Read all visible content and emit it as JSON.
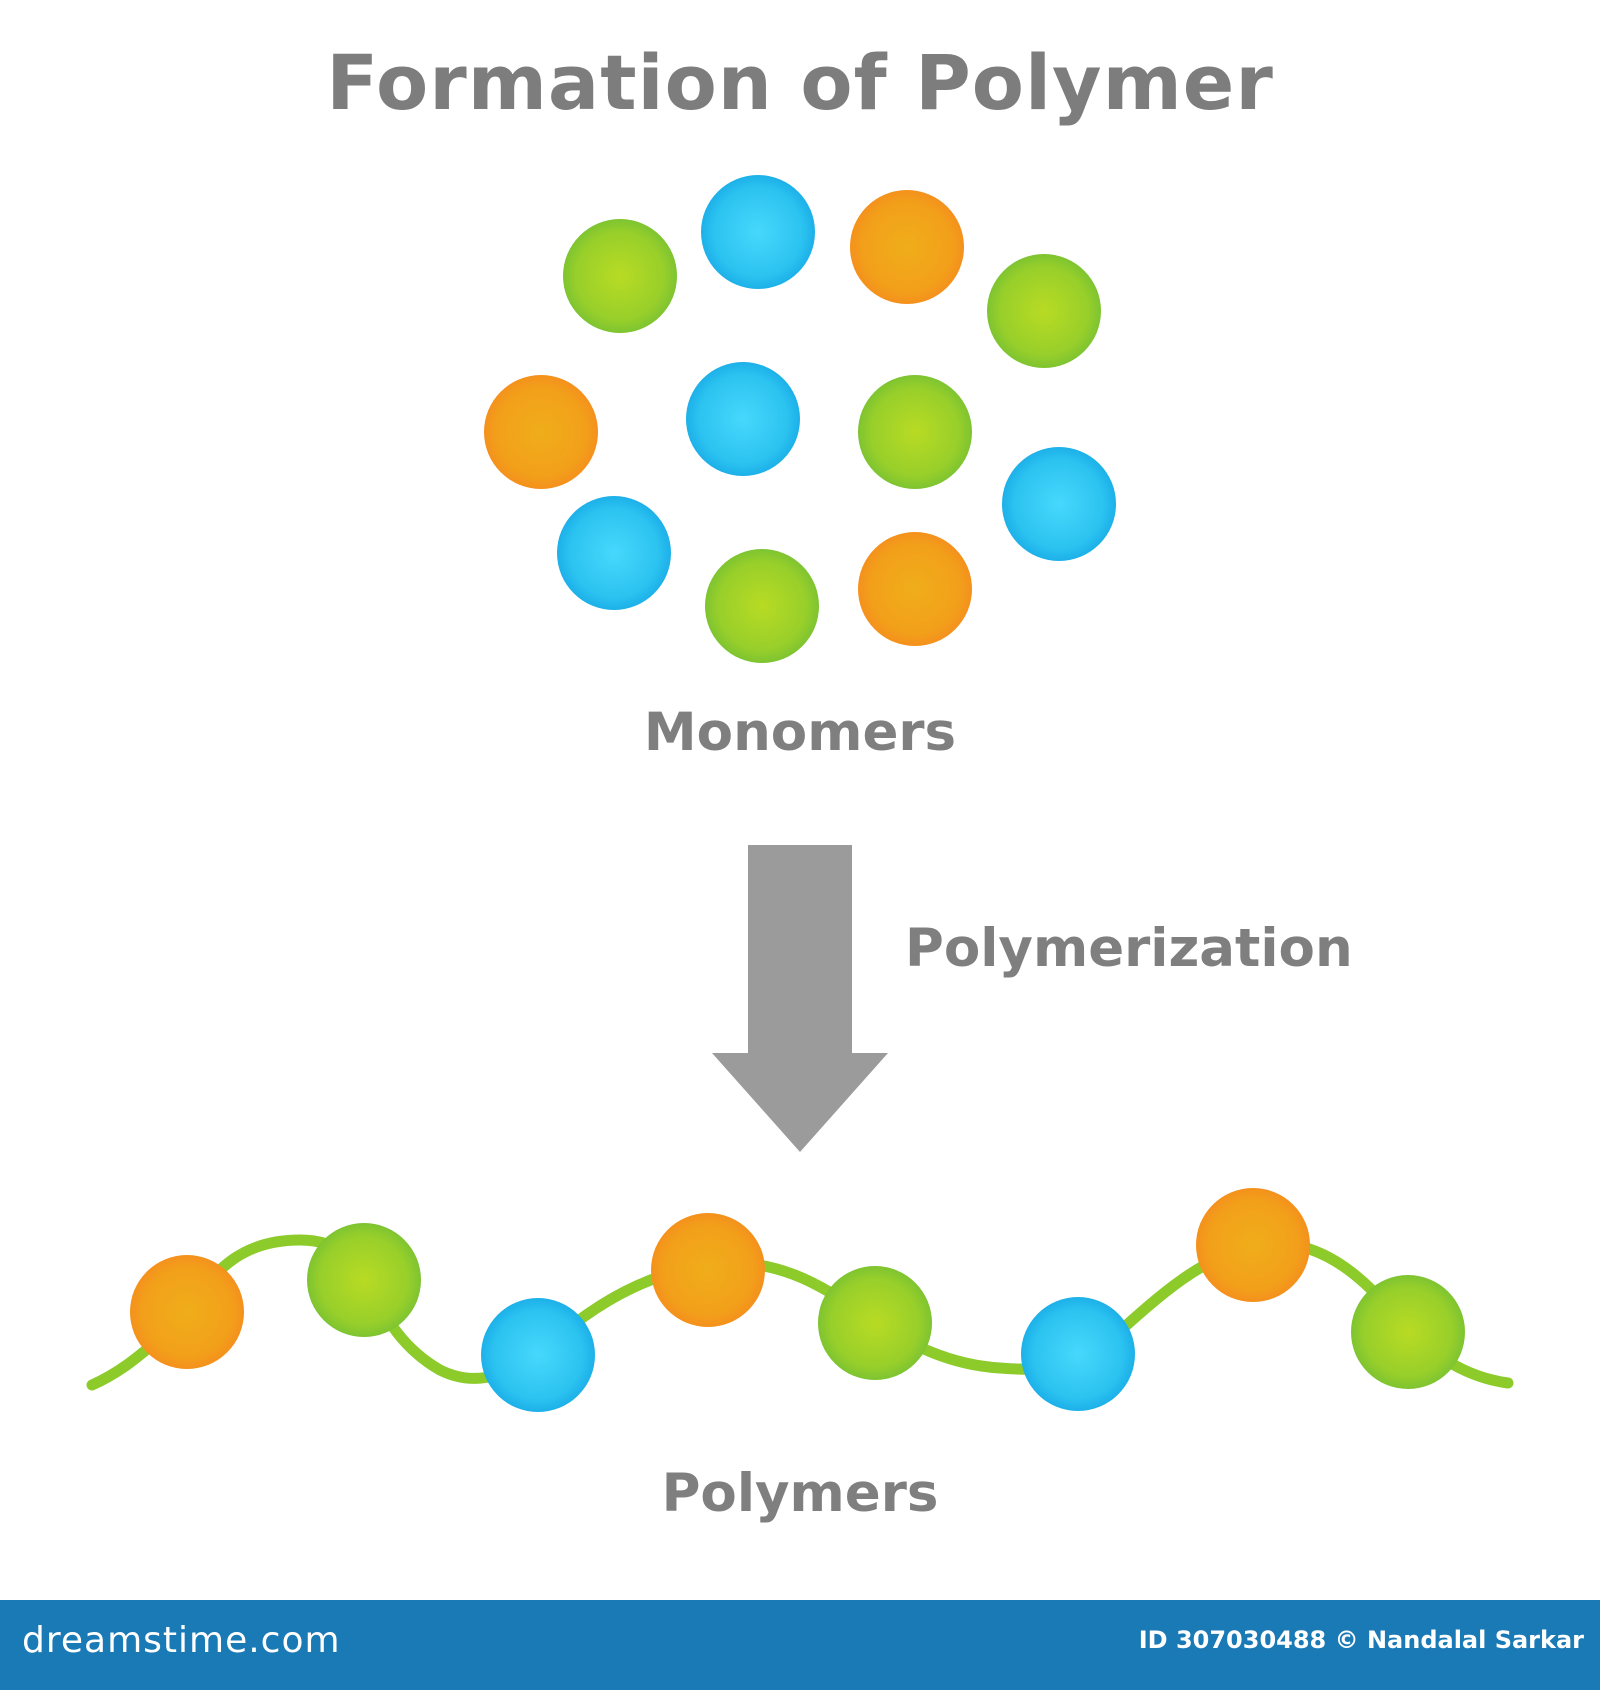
{
  "title": "Formation of Polymer",
  "labels": {
    "monomers": "Monomers",
    "process": "Polymerization",
    "polymers": "Polymers"
  },
  "colors": {
    "orange": "#f29e1a",
    "blue": "#2cc3f0",
    "green": "#8ccb2a",
    "arrow": "#9b9b9b",
    "text": "#7f7f7f",
    "footer": "#1a7ab6"
  },
  "monomers": [
    "green",
    "blue",
    "orange",
    "green",
    "orange",
    "blue",
    "green",
    "blue",
    "blue",
    "green",
    "orange"
  ],
  "polymer_chain": [
    "orange",
    "green",
    "blue",
    "orange",
    "green",
    "blue",
    "orange",
    "green"
  ],
  "footer": {
    "brand": "dreamstime.com",
    "credit": "ID 307030488 © Nandalal Sarkar"
  }
}
